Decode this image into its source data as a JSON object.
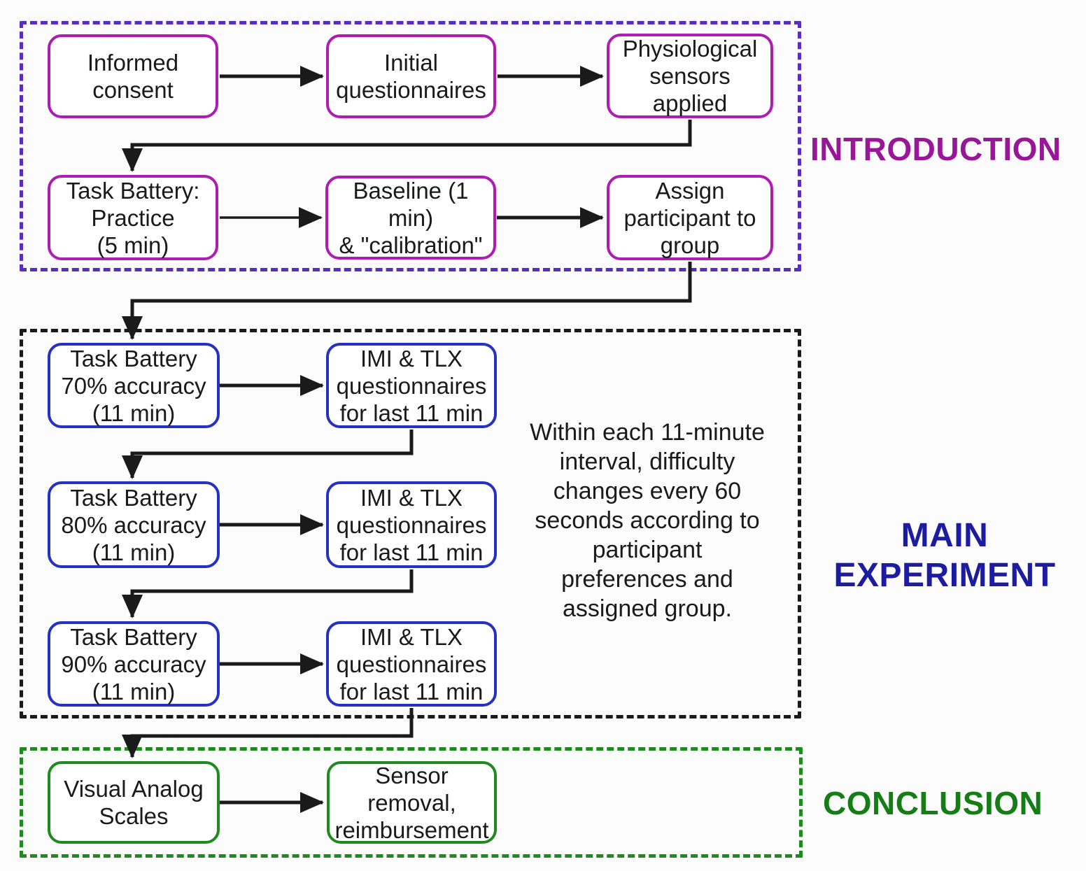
{
  "colors": {
    "bg": "#fcfcfc",
    "box_bg": "#ffffff",
    "text": "#1a1a1a",
    "arrow": "#1a1a1a",
    "intro_box": "#ad1db3",
    "intro_dash": "#5a2dbe",
    "intro_label": "#991699",
    "main_box": "#2531c2",
    "main_dash": "#1a1a1a",
    "main_label": "#1c1ca0",
    "concl_box": "#1f8b1f",
    "concl_dash": "#1f8b1f",
    "concl_label": "#157d15"
  },
  "sections": {
    "introduction": {
      "label": "INTRODUCTION",
      "boxes": {
        "informed_consent": "Informed\nconsent",
        "initial_questionnaires": "Initial\nquestionnaires",
        "physiological_sensors": "Physiological\nsensors applied",
        "task_battery_practice": "Task Battery:\nPractice\n(5 min)",
        "baseline_calibration": "Baseline (1 min)\n& \"calibration\"",
        "assign_participant": "Assign\nparticipant to\ngroup"
      }
    },
    "main_experiment": {
      "label": "MAIN\nEXPERIMENT",
      "boxes": {
        "task_battery_70": "Task Battery\n70% accuracy\n(11 min)",
        "imi_tlx_1": "IMI & TLX\nquestionnaires\nfor last 11 min",
        "task_battery_80": "Task Battery\n80% accuracy\n(11 min)",
        "imi_tlx_2": "IMI & TLX\nquestionnaires\nfor last 11 min",
        "task_battery_90": "Task Battery\n90% accuracy\n(11 min)",
        "imi_tlx_3": "IMI & TLX\nquestionnaires\nfor last 11 min"
      },
      "note": "Within each 11-minute\ninterval, difficulty\nchanges every 60\nseconds according to\nparticipant\npreferences and\nassigned group."
    },
    "conclusion": {
      "label": "CONCLUSION",
      "boxes": {
        "visual_analog_scales": "Visual Analog\nScales",
        "sensor_removal": "Sensor removal,\nreimbursement"
      }
    }
  }
}
